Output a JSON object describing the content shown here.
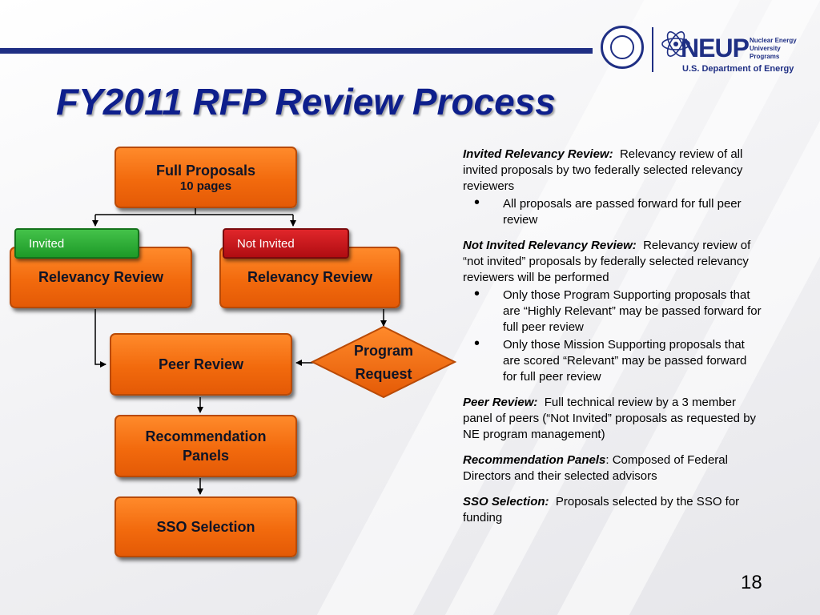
{
  "title": "FY2011 RFP Review Process",
  "logo": {
    "org": "NEUP",
    "sub_line1": "Nuclear Energy",
    "sub_line2": "University Programs",
    "dept": "U.S. Department of Energy"
  },
  "flow": {
    "full_proposals": {
      "line1": "Full Proposals",
      "line2": "10 pages"
    },
    "invited_tag": "Invited",
    "not_invited_tag": "Not Invited",
    "relevancy_left": "Relevancy Review",
    "relevancy_right": "Relevancy Review",
    "peer_review": "Peer Review",
    "program_request": {
      "line1": "Program",
      "line2": "Request"
    },
    "recommendation": {
      "line1": "Recommendation",
      "line2": "Panels"
    },
    "sso_selection": "SSO Selection"
  },
  "descriptions": {
    "invited": {
      "term": "Invited Relevancy Review:",
      "text": "Relevancy review of all invited proposals by two federally selected relevancy reviewers",
      "bullets": [
        "All proposals are passed forward for full peer review"
      ]
    },
    "not_invited": {
      "term": "Not Invited Relevancy Review:",
      "text": "Relevancy review of “not invited” proposals by federally selected relevancy reviewers will be performed",
      "bullets": [
        "Only those Program Supporting proposals that are “Highly Relevant” may be passed forward for full peer review",
        "Only those Mission Supporting proposals that are scored “Relevant” may be passed forward for full peer review"
      ]
    },
    "peer": {
      "term": "Peer Review:",
      "text": "Full technical review by a 3 member panel of peers (“Not Invited” proposals as requested by NE program management)"
    },
    "recommendation": {
      "term": "Recommendation Panels",
      "text": ": Composed of Federal Directors and their selected advisors"
    },
    "sso": {
      "term": "SSO Selection:",
      "text": "Proposals selected by the SSO for funding"
    }
  },
  "page_number": "18",
  "colors": {
    "title": "#0e1f8c",
    "box_orange": "#f26a0d",
    "invited_green": "#1d9a27",
    "not_invited_red": "#b00d12",
    "top_bar": "#1f2f84"
  }
}
